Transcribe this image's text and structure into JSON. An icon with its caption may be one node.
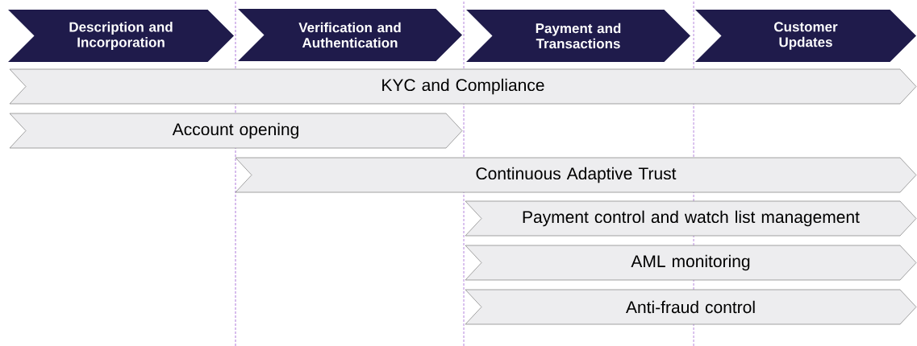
{
  "diagram": {
    "nodes": [
      {
        "text": [
          "Description and Incorporation"
        ]
      },
      {
        "text": [
          "Verification and Authentication"
        ]
      },
      {
        "text": [
          "Payment and Transactions"
        ]
      },
      {
        "text": [
          "Customer Updates"
        ]
      },
      {
        "text": [
          "KYC and Compliance"
        ]
      },
      {
        "text": [
          "Account opening"
        ]
      },
      {
        "text": [
          "Continuous Adaptive Trust"
        ]
      },
      {
        "text": [
          "Payment control and watch list management"
        ]
      },
      {
        "text": [
          "AML monitoring"
        ]
      },
      {
        "text": [
          "Anti-fraud control"
        ]
      }
    ]
  }
}
